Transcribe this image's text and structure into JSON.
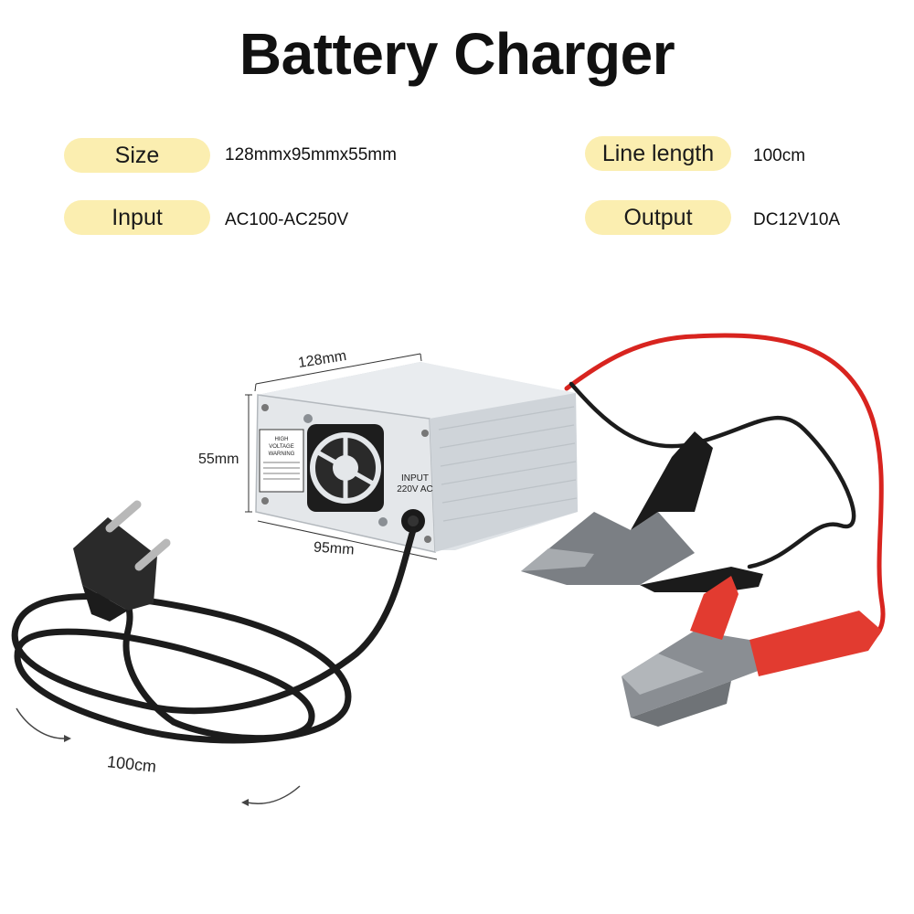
{
  "title": "Battery Charger",
  "specs": {
    "size": {
      "label": "Size",
      "value": "128mmx95mmx55mm"
    },
    "input": {
      "label": "Input",
      "value": "AC100-AC250V"
    },
    "line_length": {
      "label": "Line length",
      "value": "100cm"
    },
    "output": {
      "label": "Output",
      "value": "DC12V10A"
    }
  },
  "dimensions": {
    "width": "128mm",
    "height": "55mm",
    "depth": "95mm",
    "cable": "100cm"
  },
  "device_labels": {
    "warning_1": "HIGH",
    "warning_2": "VOLTAGE",
    "warning_3": "WARNING",
    "input_1": "INPUT",
    "input_2": "220V AC"
  },
  "colors": {
    "pill": "#fbeeb0",
    "cable_red": "#d8241f",
    "cable_black": "#1c1c1c",
    "housing": "#d7dbdf"
  }
}
